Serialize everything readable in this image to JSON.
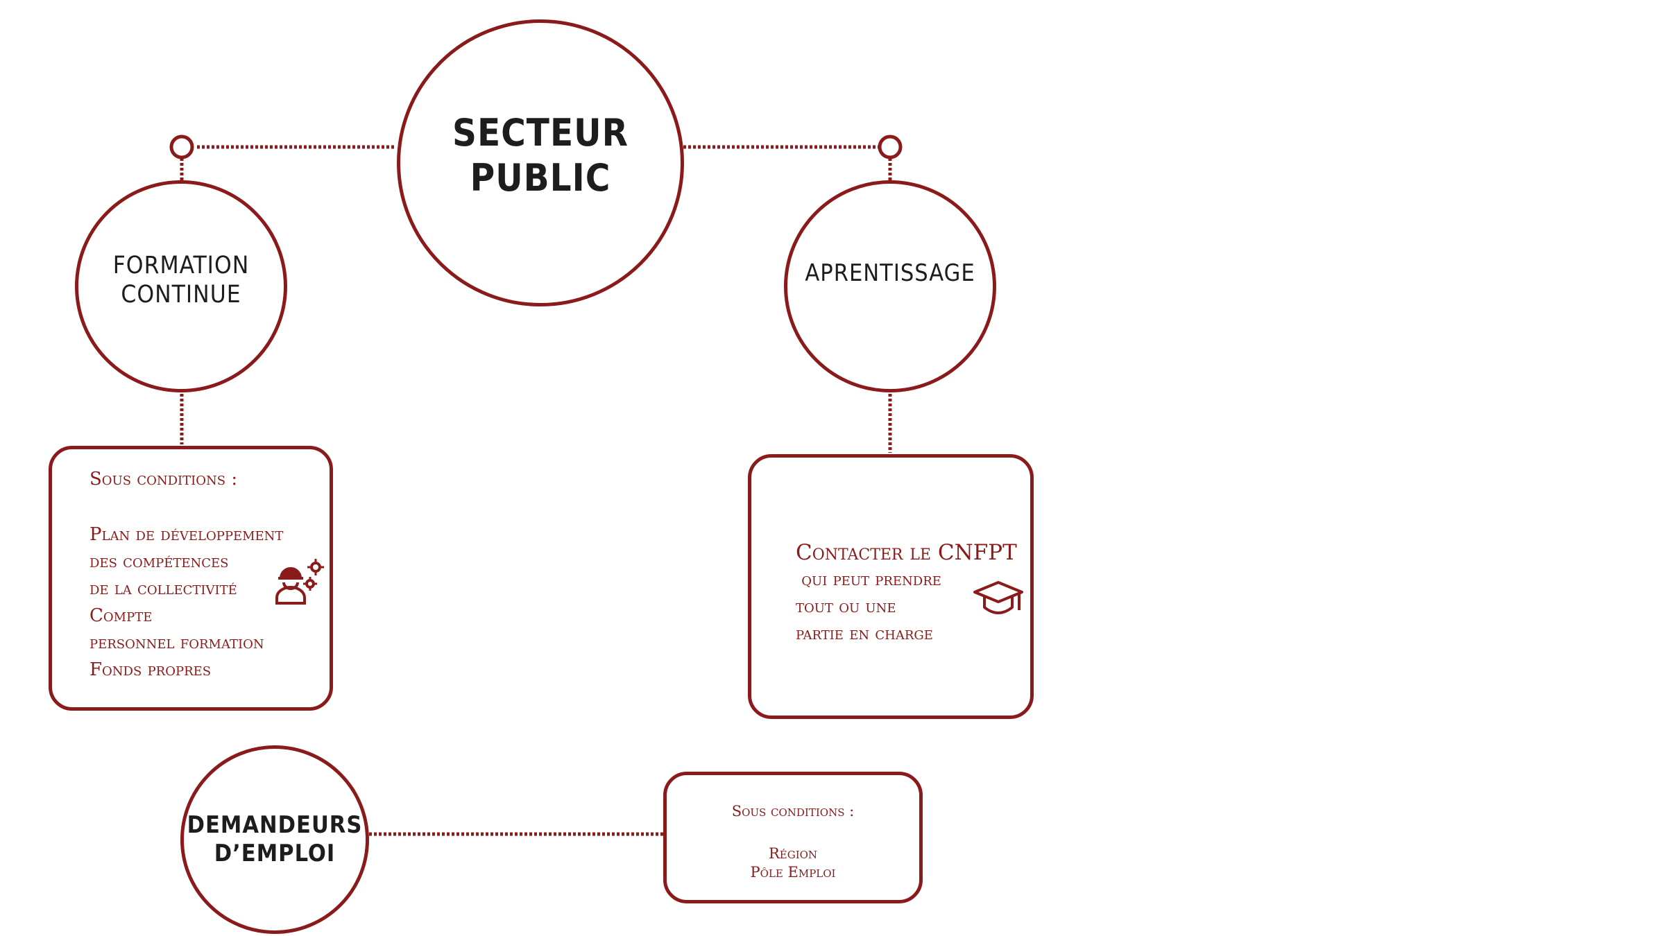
{
  "colors": {
    "accent": "#8b1a1a",
    "text": "#1d1d1d",
    "background": "#ffffff"
  },
  "nodes": {
    "secteur_public": {
      "line1": "SECTEUR",
      "line2": "PUBLIC"
    },
    "formation_continue": {
      "line1": "FORMATION",
      "line2": "CONTINUE"
    },
    "apprentissage": {
      "label": "APRENTISSAGE"
    },
    "demandeurs_emploi": {
      "line1": "DEMANDEURS",
      "line2": "D’EMPLOI"
    }
  },
  "boxes": {
    "formation_continue": {
      "heading": "Sous conditions :",
      "items": [
        "Plan de développement",
        "des compétences",
        "de la collectivité",
        "Compte",
        "personnel formation",
        "Fonds propres"
      ],
      "icon": "worker-gears-icon"
    },
    "apprentissage": {
      "items": [
        "Contacter le CNFPT",
        " qui peut prendre",
        "tout ou une",
        "partie en charge"
      ],
      "icon": "graduation-cap-icon"
    },
    "demandeurs_emploi": {
      "heading": "Sous conditions :",
      "items": [
        "Région",
        "Pôle Emploi"
      ]
    }
  }
}
